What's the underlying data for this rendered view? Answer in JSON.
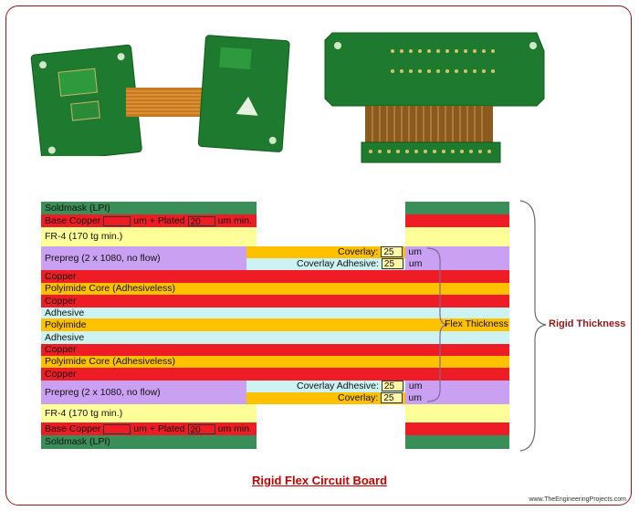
{
  "layers": [
    {
      "id": "soldmask-top",
      "label": "Soldmask (LPI)",
      "color": "#3a8f58",
      "text_color": "#111"
    },
    {
      "id": "base-copper-top",
      "label": "Base Copper",
      "label_mid": "um +  Plated",
      "plated_value": "20",
      "label_end": "um min.",
      "color": "#ee1c24",
      "text_color": "#111"
    },
    {
      "id": "fr4-top",
      "label": "FR-4 (170 tg min.)",
      "color": "#ffff99",
      "text_color": "#111"
    },
    {
      "id": "prepreg-top",
      "label": "Prepreg (2 x 1080, no flow)",
      "color": "#c9a0f2",
      "text_color": "#111"
    },
    {
      "id": "copper-1",
      "label": "Copper",
      "color": "#ee1c24",
      "text_color": "#111"
    },
    {
      "id": "polyimide-core-1",
      "label": "Polyimide Core (Adhesiveless)",
      "color": "#ffc000",
      "text_color": "#111"
    },
    {
      "id": "copper-2",
      "label": "Copper",
      "color": "#ee1c24",
      "text_color": "#111"
    },
    {
      "id": "adhesive-1",
      "label": "Adhesive",
      "color": "#ccf2f2",
      "text_color": "#111"
    },
    {
      "id": "polyimide",
      "label": "Polyimide",
      "color": "#ffc000",
      "text_color": "#111"
    },
    {
      "id": "adhesive-2",
      "label": "Adhesive",
      "color": "#ccf2f2",
      "text_color": "#111"
    },
    {
      "id": "copper-3",
      "label": "Copper",
      "color": "#ee1c24",
      "text_color": "#111"
    },
    {
      "id": "polyimide-core-2",
      "label": "Polyimide Core (Adhesiveless)",
      "color": "#ffc000",
      "text_color": "#111"
    },
    {
      "id": "copper-4",
      "label": "Copper",
      "color": "#ee1c24",
      "text_color": "#111"
    },
    {
      "id": "prepreg-bottom",
      "label": "Prepreg (2 x 1080, no flow)",
      "color": "#c9a0f2",
      "text_color": "#111"
    },
    {
      "id": "fr4-bottom",
      "label": "FR-4 (170 tg min.)",
      "color": "#ffff99",
      "text_color": "#111"
    },
    {
      "id": "base-copper-bottom",
      "label": "Base Copper",
      "label_mid": "um +  Plated",
      "plated_value": "20",
      "label_end": "um min.",
      "color": "#ee1c24",
      "text_color": "#111"
    },
    {
      "id": "soldmask-bottom",
      "label": "Soldmask (LPI)",
      "color": "#3a8f58",
      "text_color": "#111"
    }
  ],
  "coverlays": [
    {
      "label": "Coverlay:",
      "value": "25",
      "unit": "um"
    },
    {
      "label": "Coverlay Adhesive:",
      "value": "25",
      "unit": "um"
    },
    {
      "label": "Coverlay Adhesive:",
      "value": "25",
      "unit": "um"
    },
    {
      "label": "Coverlay:",
      "value": "25",
      "unit": "um"
    }
  ],
  "flex_thickness_label": "Flex Thickness",
  "rigid_thickness_label": "Rigid Thickness",
  "caption": "Rigid Flex Circuit Board",
  "site": "www.TheEngineeringProjects.com",
  "colors": {
    "pcb_green": "#1e7a2e",
    "flex_amber": "#c8781e",
    "brace": "#7a6a9a",
    "accent": "#8b1a1a"
  }
}
